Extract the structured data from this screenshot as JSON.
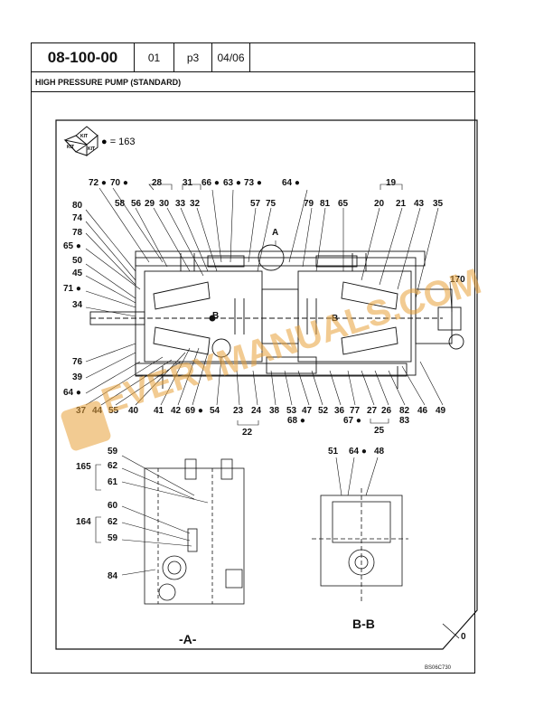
{
  "header": {
    "doc_number": "08-100-00",
    "revision": "01",
    "page": "p3",
    "date": "04/06"
  },
  "section_title": "HIGH PRESSURE PUMP (STANDARD)",
  "kit": {
    "box_top": "KIT",
    "box_left": "KIT",
    "box_right": "KIT",
    "legend": "● = 163"
  },
  "callouts_top": [
    "72 ●",
    "70 ●",
    "28",
    "31",
    "66 ●",
    "63 ●",
    "73 ●",
    "64 ●",
    "19",
    "58",
    "56",
    "29",
    "30",
    "33",
    "32",
    "57",
    "75",
    "A",
    "79",
    "81",
    "65",
    "20",
    "21",
    "43",
    "35"
  ],
  "callouts_left": [
    "80",
    "74",
    "78",
    "65 ●",
    "50",
    "45",
    "71 ●",
    "34",
    "76",
    "39",
    "64 ●"
  ],
  "callouts_bottom": [
    "37",
    "44",
    "55",
    "40",
    "41",
    "42",
    "69 ●",
    "54",
    "23",
    "24",
    "38",
    "53",
    "47",
    "52",
    "36",
    "77",
    "27",
    "26",
    "82",
    "46",
    "49",
    "68 ●",
    "67 ●",
    "83",
    "22",
    "25"
  ],
  "callouts_right": [
    "170",
    "B",
    "B"
  ],
  "view_a": {
    "group_165": "165",
    "group_164": "164",
    "items": [
      "59",
      "62",
      "61",
      "60",
      "62",
      "59",
      "84"
    ],
    "label": "-A-"
  },
  "view_bb": {
    "items": [
      "51",
      "64 ●",
      "48"
    ],
    "label": "B-B"
  },
  "sheet_number": "0",
  "watermark": "EVERYMANUALS.COM",
  "drawing_id": "BS06C730",
  "colors": {
    "line": "#111111",
    "watermark": "#e8a23a"
  }
}
